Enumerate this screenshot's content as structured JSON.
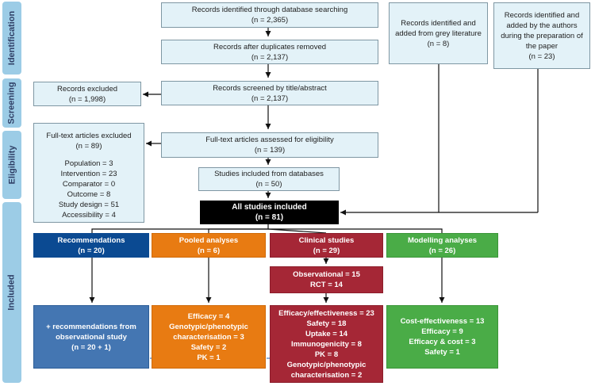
{
  "stages": [
    {
      "id": "identification",
      "label": "Identification"
    },
    {
      "id": "screening",
      "label": "Screening"
    },
    {
      "id": "eligibility",
      "label": "Eligibility"
    },
    {
      "id": "included",
      "label": "Included"
    }
  ],
  "boxes": {
    "db_search": [
      "Records identified through database searching",
      "(n = 2,365)"
    ],
    "grey_lit": [
      "Records identified and",
      "added from grey literature",
      "(n = 8)"
    ],
    "authors": [
      "Records identified and",
      "added by the authors",
      "during the preparation of",
      "the paper",
      "(n = 23)"
    ],
    "after_dup": [
      "Records after duplicates removed",
      "(n = 2,137)"
    ],
    "excluded": [
      "Records excluded",
      "(n = 1,998)"
    ],
    "screened": [
      "Records screened by title/abstract",
      "(n = 2,137)"
    ],
    "ft_excluded": [
      "Full-text articles excluded",
      "(n = 89)",
      "",
      "Population = 3",
      "Intervention = 23",
      "Comparator = 0",
      "Outcome = 8",
      "Study design = 51",
      "Accessibility = 4"
    ],
    "ft_assessed": [
      "Full-text articles assessed for eligibility",
      "(n = 139)"
    ],
    "from_db": [
      "Studies included from databases",
      "(n = 50)"
    ],
    "all_included": [
      "All studies included",
      "(n = 81)"
    ],
    "recommendations": [
      "Recommendations",
      "(n = 20)"
    ],
    "pooled": [
      "Pooled analyses",
      "(n = 6)"
    ],
    "clinical": [
      "Clinical studies",
      "(n = 29)"
    ],
    "modelling": [
      "Modelling analyses",
      "(n = 26)"
    ],
    "clinical_types": [
      "Observational = 15",
      "RCT = 14"
    ],
    "rec_detail": [
      "+ recommendations from",
      "observational study",
      "(n = 20 + 1)"
    ],
    "pooled_detail": [
      "Efficacy = 4",
      "Genotypic/phenotypic",
      "characterisation = 3",
      "Safety = 2",
      "PK = 1"
    ],
    "clinical_detail": [
      "Efficacy/effectiveness = 23",
      "Safety = 18",
      "Uptake = 14",
      "Immunogenicity = 8",
      "PK = 8",
      "Genotypic/phenotypic",
      "characterisation = 2"
    ],
    "modelling_detail": [
      "Cost-effectiveness = 13",
      "Efficacy = 9",
      "Efficacy & cost = 3",
      "Safety = 1"
    ]
  },
  "colors": {
    "stage": "#9ccce6",
    "light_box": "#e3f2f8",
    "recommendations": "#0b4a92",
    "pooled": "#e87b12",
    "clinical": "#a52736",
    "modelling": "#4aac47",
    "dashed_link": "#4d7fc0"
  }
}
